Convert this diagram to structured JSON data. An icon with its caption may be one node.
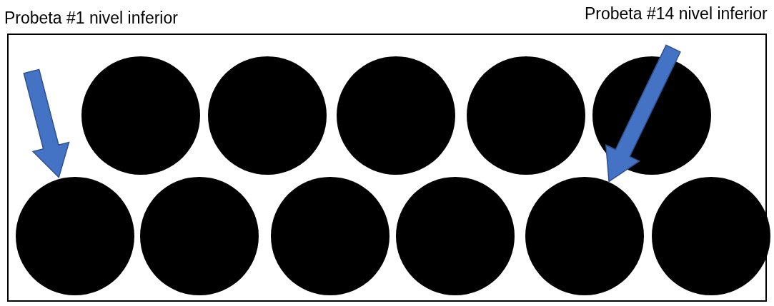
{
  "diagram": {
    "nodes": [
      {
        "text": [],
        "shape": "box"
      },
      {
        "text": [],
        "shape": "circle",
        "in": 0
      },
      {
        "text": [],
        "shape": "circle",
        "in": 0
      },
      {
        "text": [],
        "shape": "circle",
        "in": 0
      },
      {
        "text": [],
        "shape": "circle",
        "in": 0
      },
      {
        "text": [],
        "shape": "circle",
        "in": 0
      },
      {
        "text": [],
        "shape": "circle",
        "in": 0
      },
      {
        "text": [],
        "shape": "circle",
        "in": 0
      },
      {
        "text": [],
        "shape": "circle",
        "in": 0
      },
      {
        "text": [],
        "shape": "circle",
        "in": 0
      },
      {
        "text": [],
        "shape": "circle",
        "in": 0
      },
      {
        "text": [],
        "shape": "circle",
        "in": 0
      }
    ],
    "edges": [
      {
        "from": null,
        "to": 6,
        "arrow": "to"
      },
      {
        "from": null,
        "to": 10,
        "arrow": "to"
      }
    ],
    "labels": [
      "Probeta #1 nivel inferior",
      "Probeta #14 nivel inferior"
    ]
  }
}
